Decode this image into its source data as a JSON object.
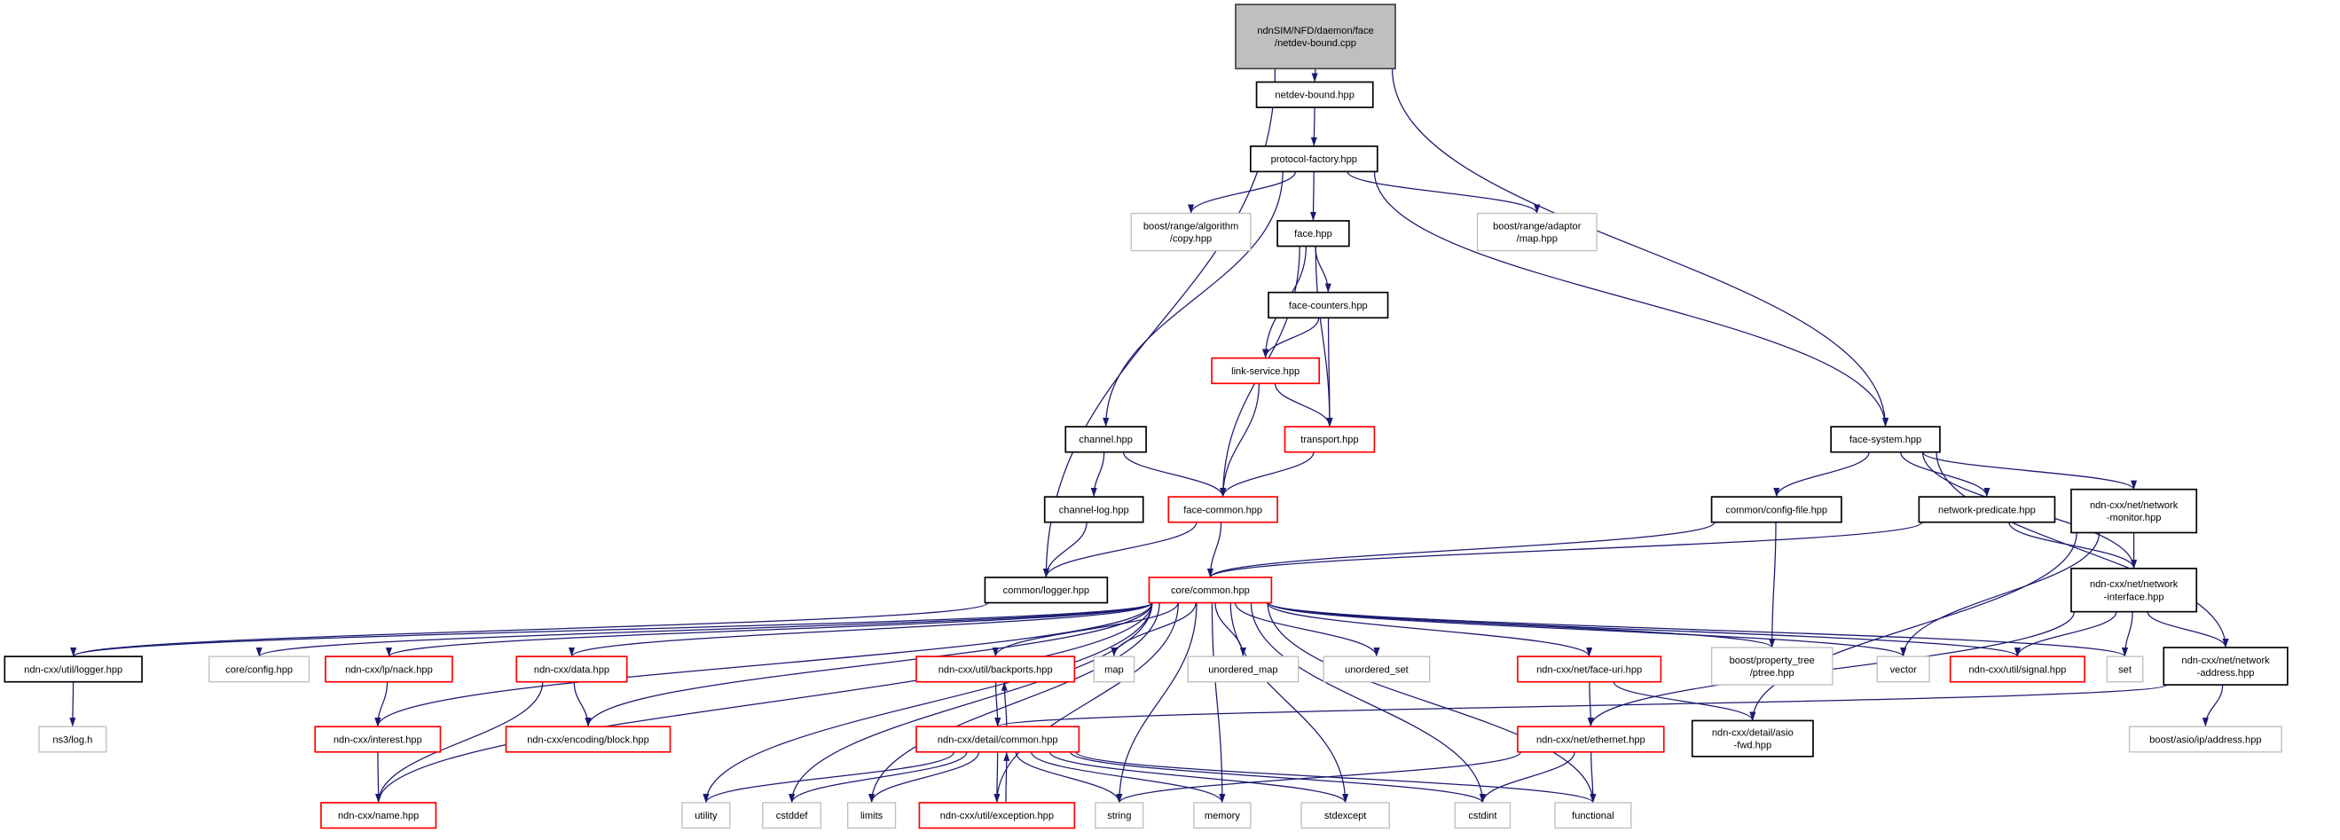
{
  "graph": {
    "colors": {
      "edge": "#191970",
      "normal_border": "#000000",
      "missing_border": "#ff0000",
      "external_border": "#bfbfbf",
      "root_fill": "#bfbfbf",
      "root_border": "#404040"
    },
    "nodes": [
      {
        "id": "root",
        "label": [
          "ndnSIM/NFD/daemon/face",
          "/netdev-bound.cpp"
        ],
        "kind": "root"
      },
      {
        "id": "netdev_bound",
        "label": [
          "netdev-bound.hpp"
        ],
        "kind": "normal"
      },
      {
        "id": "protocol_factory",
        "label": [
          "protocol-factory.hpp"
        ],
        "kind": "normal"
      },
      {
        "id": "range_copy",
        "label": [
          "boost/range/algorithm",
          "/copy.hpp"
        ],
        "kind": "external"
      },
      {
        "id": "face",
        "label": [
          "face.hpp"
        ],
        "kind": "normal"
      },
      {
        "id": "range_map",
        "label": [
          "boost/range/adaptor",
          "/map.hpp"
        ],
        "kind": "external"
      },
      {
        "id": "face_counters",
        "label": [
          "face-counters.hpp"
        ],
        "kind": "normal"
      },
      {
        "id": "link_service",
        "label": [
          "link-service.hpp"
        ],
        "kind": "missing"
      },
      {
        "id": "channel",
        "label": [
          "channel.hpp"
        ],
        "kind": "normal"
      },
      {
        "id": "transport",
        "label": [
          "transport.hpp"
        ],
        "kind": "missing"
      },
      {
        "id": "face_system",
        "label": [
          "face-system.hpp"
        ],
        "kind": "normal"
      },
      {
        "id": "channel_log",
        "label": [
          "channel-log.hpp"
        ],
        "kind": "normal"
      },
      {
        "id": "face_common",
        "label": [
          "face-common.hpp"
        ],
        "kind": "missing"
      },
      {
        "id": "config_file",
        "label": [
          "common/config-file.hpp"
        ],
        "kind": "normal"
      },
      {
        "id": "network_predicate",
        "label": [
          "network-predicate.hpp"
        ],
        "kind": "normal"
      },
      {
        "id": "network_monitor",
        "label": [
          "ndn-cxx/net/network",
          "-monitor.hpp"
        ],
        "kind": "normal"
      },
      {
        "id": "common_logger",
        "label": [
          "common/logger.hpp"
        ],
        "kind": "normal"
      },
      {
        "id": "core_common",
        "label": [
          "core/common.hpp"
        ],
        "kind": "missing"
      },
      {
        "id": "network_interface",
        "label": [
          "ndn-cxx/net/network",
          "-interface.hpp"
        ],
        "kind": "normal"
      },
      {
        "id": "util_logger",
        "label": [
          "ndn-cxx/util/logger.hpp"
        ],
        "kind": "normal"
      },
      {
        "id": "core_config",
        "label": [
          "core/config.hpp"
        ],
        "kind": "external"
      },
      {
        "id": "nack",
        "label": [
          "ndn-cxx/lp/nack.hpp"
        ],
        "kind": "missing"
      },
      {
        "id": "data",
        "label": [
          "ndn-cxx/data.hpp"
        ],
        "kind": "missing"
      },
      {
        "id": "backports",
        "label": [
          "ndn-cxx/util/backports.hpp"
        ],
        "kind": "missing"
      },
      {
        "id": "map",
        "label": [
          "map"
        ],
        "kind": "external"
      },
      {
        "id": "unordered_map",
        "label": [
          "unordered_map"
        ],
        "kind": "external"
      },
      {
        "id": "unordered_set",
        "label": [
          "unordered_set"
        ],
        "kind": "external"
      },
      {
        "id": "face_uri",
        "label": [
          "ndn-cxx/net/face-uri.hpp"
        ],
        "kind": "missing"
      },
      {
        "id": "ptree",
        "label": [
          "boost/property_tree",
          "/ptree.hpp"
        ],
        "kind": "external"
      },
      {
        "id": "vector",
        "label": [
          "vector"
        ],
        "kind": "external"
      },
      {
        "id": "signal",
        "label": [
          "ndn-cxx/util/signal.hpp"
        ],
        "kind": "missing"
      },
      {
        "id": "set",
        "label": [
          "set"
        ],
        "kind": "external"
      },
      {
        "id": "network_address",
        "label": [
          "ndn-cxx/net/network",
          "-address.hpp"
        ],
        "kind": "normal"
      },
      {
        "id": "ns3_log",
        "label": [
          "ns3/log.h"
        ],
        "kind": "external"
      },
      {
        "id": "interest",
        "label": [
          "ndn-cxx/interest.hpp"
        ],
        "kind": "missing"
      },
      {
        "id": "block",
        "label": [
          "ndn-cxx/encoding/block.hpp"
        ],
        "kind": "missing"
      },
      {
        "id": "detail_common",
        "label": [
          "ndn-cxx/detail/common.hpp"
        ],
        "kind": "missing"
      },
      {
        "id": "ethernet",
        "label": [
          "ndn-cxx/net/ethernet.hpp"
        ],
        "kind": "missing"
      },
      {
        "id": "asio_fwd",
        "label": [
          "ndn-cxx/detail/asio",
          "-fwd.hpp"
        ],
        "kind": "normal"
      },
      {
        "id": "ip_address",
        "label": [
          "boost/asio/ip/address.hpp"
        ],
        "kind": "external"
      },
      {
        "id": "name",
        "label": [
          "ndn-cxx/name.hpp"
        ],
        "kind": "missing"
      },
      {
        "id": "utility",
        "label": [
          "utility"
        ],
        "kind": "external"
      },
      {
        "id": "cstddef",
        "label": [
          "cstddef"
        ],
        "kind": "external"
      },
      {
        "id": "limits",
        "label": [
          "limits"
        ],
        "kind": "external"
      },
      {
        "id": "exception",
        "label": [
          "ndn-cxx/util/exception.hpp"
        ],
        "kind": "missing"
      },
      {
        "id": "string",
        "label": [
          "string"
        ],
        "kind": "external"
      },
      {
        "id": "memory",
        "label": [
          "memory"
        ],
        "kind": "external"
      },
      {
        "id": "stdexcept",
        "label": [
          "stdexcept"
        ],
        "kind": "external"
      },
      {
        "id": "cstdint",
        "label": [
          "cstdint"
        ],
        "kind": "external"
      },
      {
        "id": "functional",
        "label": [
          "functional"
        ],
        "kind": "external"
      }
    ],
    "edges": [
      [
        "root",
        "netdev_bound"
      ],
      [
        "root",
        "common_logger"
      ],
      [
        "root",
        "face_system"
      ],
      [
        "netdev_bound",
        "protocol_factory"
      ],
      [
        "protocol_factory",
        "range_copy"
      ],
      [
        "protocol_factory",
        "face"
      ],
      [
        "protocol_factory",
        "range_map"
      ],
      [
        "protocol_factory",
        "channel"
      ],
      [
        "protocol_factory",
        "face_system"
      ],
      [
        "face",
        "face_counters"
      ],
      [
        "face",
        "link_service"
      ],
      [
        "face",
        "transport"
      ],
      [
        "face",
        "face_common"
      ],
      [
        "face_counters",
        "link_service"
      ],
      [
        "face_counters",
        "transport"
      ],
      [
        "link_service",
        "transport"
      ],
      [
        "link_service",
        "face_common"
      ],
      [
        "transport",
        "face_common"
      ],
      [
        "channel",
        "channel_log"
      ],
      [
        "channel",
        "face_common"
      ],
      [
        "channel_log",
        "common_logger"
      ],
      [
        "face_common",
        "common_logger"
      ],
      [
        "face_common",
        "core_common"
      ],
      [
        "face_system",
        "config_file"
      ],
      [
        "face_system",
        "network_predicate"
      ],
      [
        "face_system",
        "network_monitor"
      ],
      [
        "face_system",
        "network_interface"
      ],
      [
        "face_system",
        "network_address"
      ],
      [
        "config_file",
        "core_common"
      ],
      [
        "config_file",
        "ptree"
      ],
      [
        "network_predicate",
        "core_common"
      ],
      [
        "network_predicate",
        "network_interface"
      ],
      [
        "network_monitor",
        "network_interface"
      ],
      [
        "network_monitor",
        "vector"
      ],
      [
        "network_monitor",
        "asio_fwd"
      ],
      [
        "network_interface",
        "network_address"
      ],
      [
        "network_interface",
        "signal"
      ],
      [
        "network_interface",
        "set"
      ],
      [
        "network_interface",
        "ethernet"
      ],
      [
        "network_address",
        "detail_common"
      ],
      [
        "network_address",
        "ip_address"
      ],
      [
        "common_logger",
        "util_logger"
      ],
      [
        "util_logger",
        "ns3_log"
      ],
      [
        "core_common",
        "util_logger"
      ],
      [
        "core_common",
        "core_config"
      ],
      [
        "core_common",
        "nack"
      ],
      [
        "core_common",
        "data"
      ],
      [
        "core_common",
        "name"
      ],
      [
        "core_common",
        "interest"
      ],
      [
        "core_common",
        "block"
      ],
      [
        "core_common",
        "backports"
      ],
      [
        "core_common",
        "map"
      ],
      [
        "core_common",
        "unordered_map"
      ],
      [
        "core_common",
        "unordered_set"
      ],
      [
        "core_common",
        "face_uri"
      ],
      [
        "core_common",
        "ptree"
      ],
      [
        "core_common",
        "vector"
      ],
      [
        "core_common",
        "signal"
      ],
      [
        "core_common",
        "set"
      ],
      [
        "core_common",
        "utility"
      ],
      [
        "core_common",
        "cstddef"
      ],
      [
        "core_common",
        "limits"
      ],
      [
        "core_common",
        "exception"
      ],
      [
        "core_common",
        "string"
      ],
      [
        "core_common",
        "memory"
      ],
      [
        "core_common",
        "stdexcept"
      ],
      [
        "core_common",
        "cstdint"
      ],
      [
        "core_common",
        "functional"
      ],
      [
        "nack",
        "interest"
      ],
      [
        "data",
        "block"
      ],
      [
        "data",
        "name"
      ],
      [
        "interest",
        "name"
      ],
      [
        "backports",
        "detail_common"
      ],
      [
        "detail_common",
        "backports"
      ],
      [
        "detail_common",
        "utility"
      ],
      [
        "detail_common",
        "cstddef"
      ],
      [
        "detail_common",
        "limits"
      ],
      [
        "detail_common",
        "exception"
      ],
      [
        "detail_common",
        "string"
      ],
      [
        "detail_common",
        "memory"
      ],
      [
        "detail_common",
        "stdexcept"
      ],
      [
        "detail_common",
        "cstdint"
      ],
      [
        "detail_common",
        "functional"
      ],
      [
        "exception",
        "detail_common"
      ],
      [
        "face_uri",
        "ethernet"
      ],
      [
        "face_uri",
        "asio_fwd"
      ],
      [
        "ethernet",
        "string"
      ],
      [
        "ethernet",
        "cstdint"
      ],
      [
        "ethernet",
        "functional"
      ]
    ]
  }
}
